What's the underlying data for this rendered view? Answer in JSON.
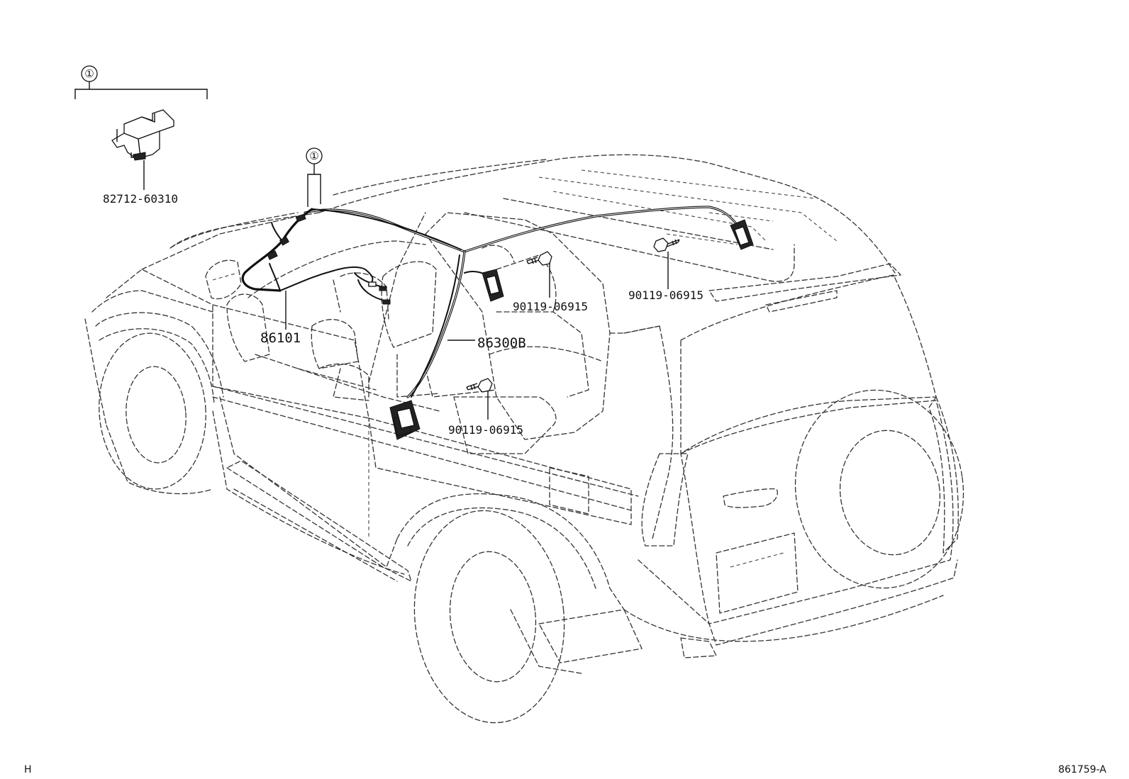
{
  "callouts": {
    "bracket_group": "①",
    "harness_group": "①"
  },
  "parts": {
    "bracket": "82712-60310",
    "harness_front": "86101",
    "harness_roof": "86300B",
    "bolt_center": "90119-06915",
    "bolt_roof_right": "90119-06915",
    "bolt_floor": "90119-06915"
  },
  "footer": {
    "left_mark": "H",
    "illustration_id": "861759-A"
  },
  "colors": {
    "line": "#111111",
    "background": "#ffffff"
  }
}
